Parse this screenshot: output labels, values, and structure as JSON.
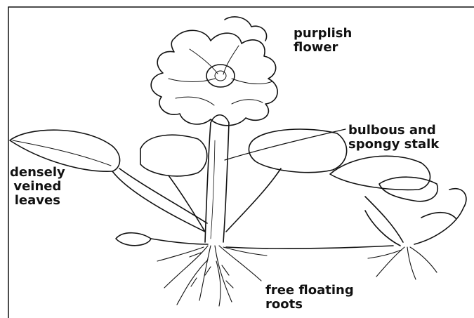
{
  "diagram": {
    "labels": {
      "flower": [
        "purplish",
        "flower"
      ],
      "stalk": [
        "bulbous and",
        "spongy stalk"
      ],
      "leaves": [
        "densely",
        "veined",
        "leaves"
      ],
      "roots": [
        "free floating",
        "roots"
      ]
    },
    "colors": {
      "ink": "#111111",
      "background": "#ffffff"
    }
  }
}
